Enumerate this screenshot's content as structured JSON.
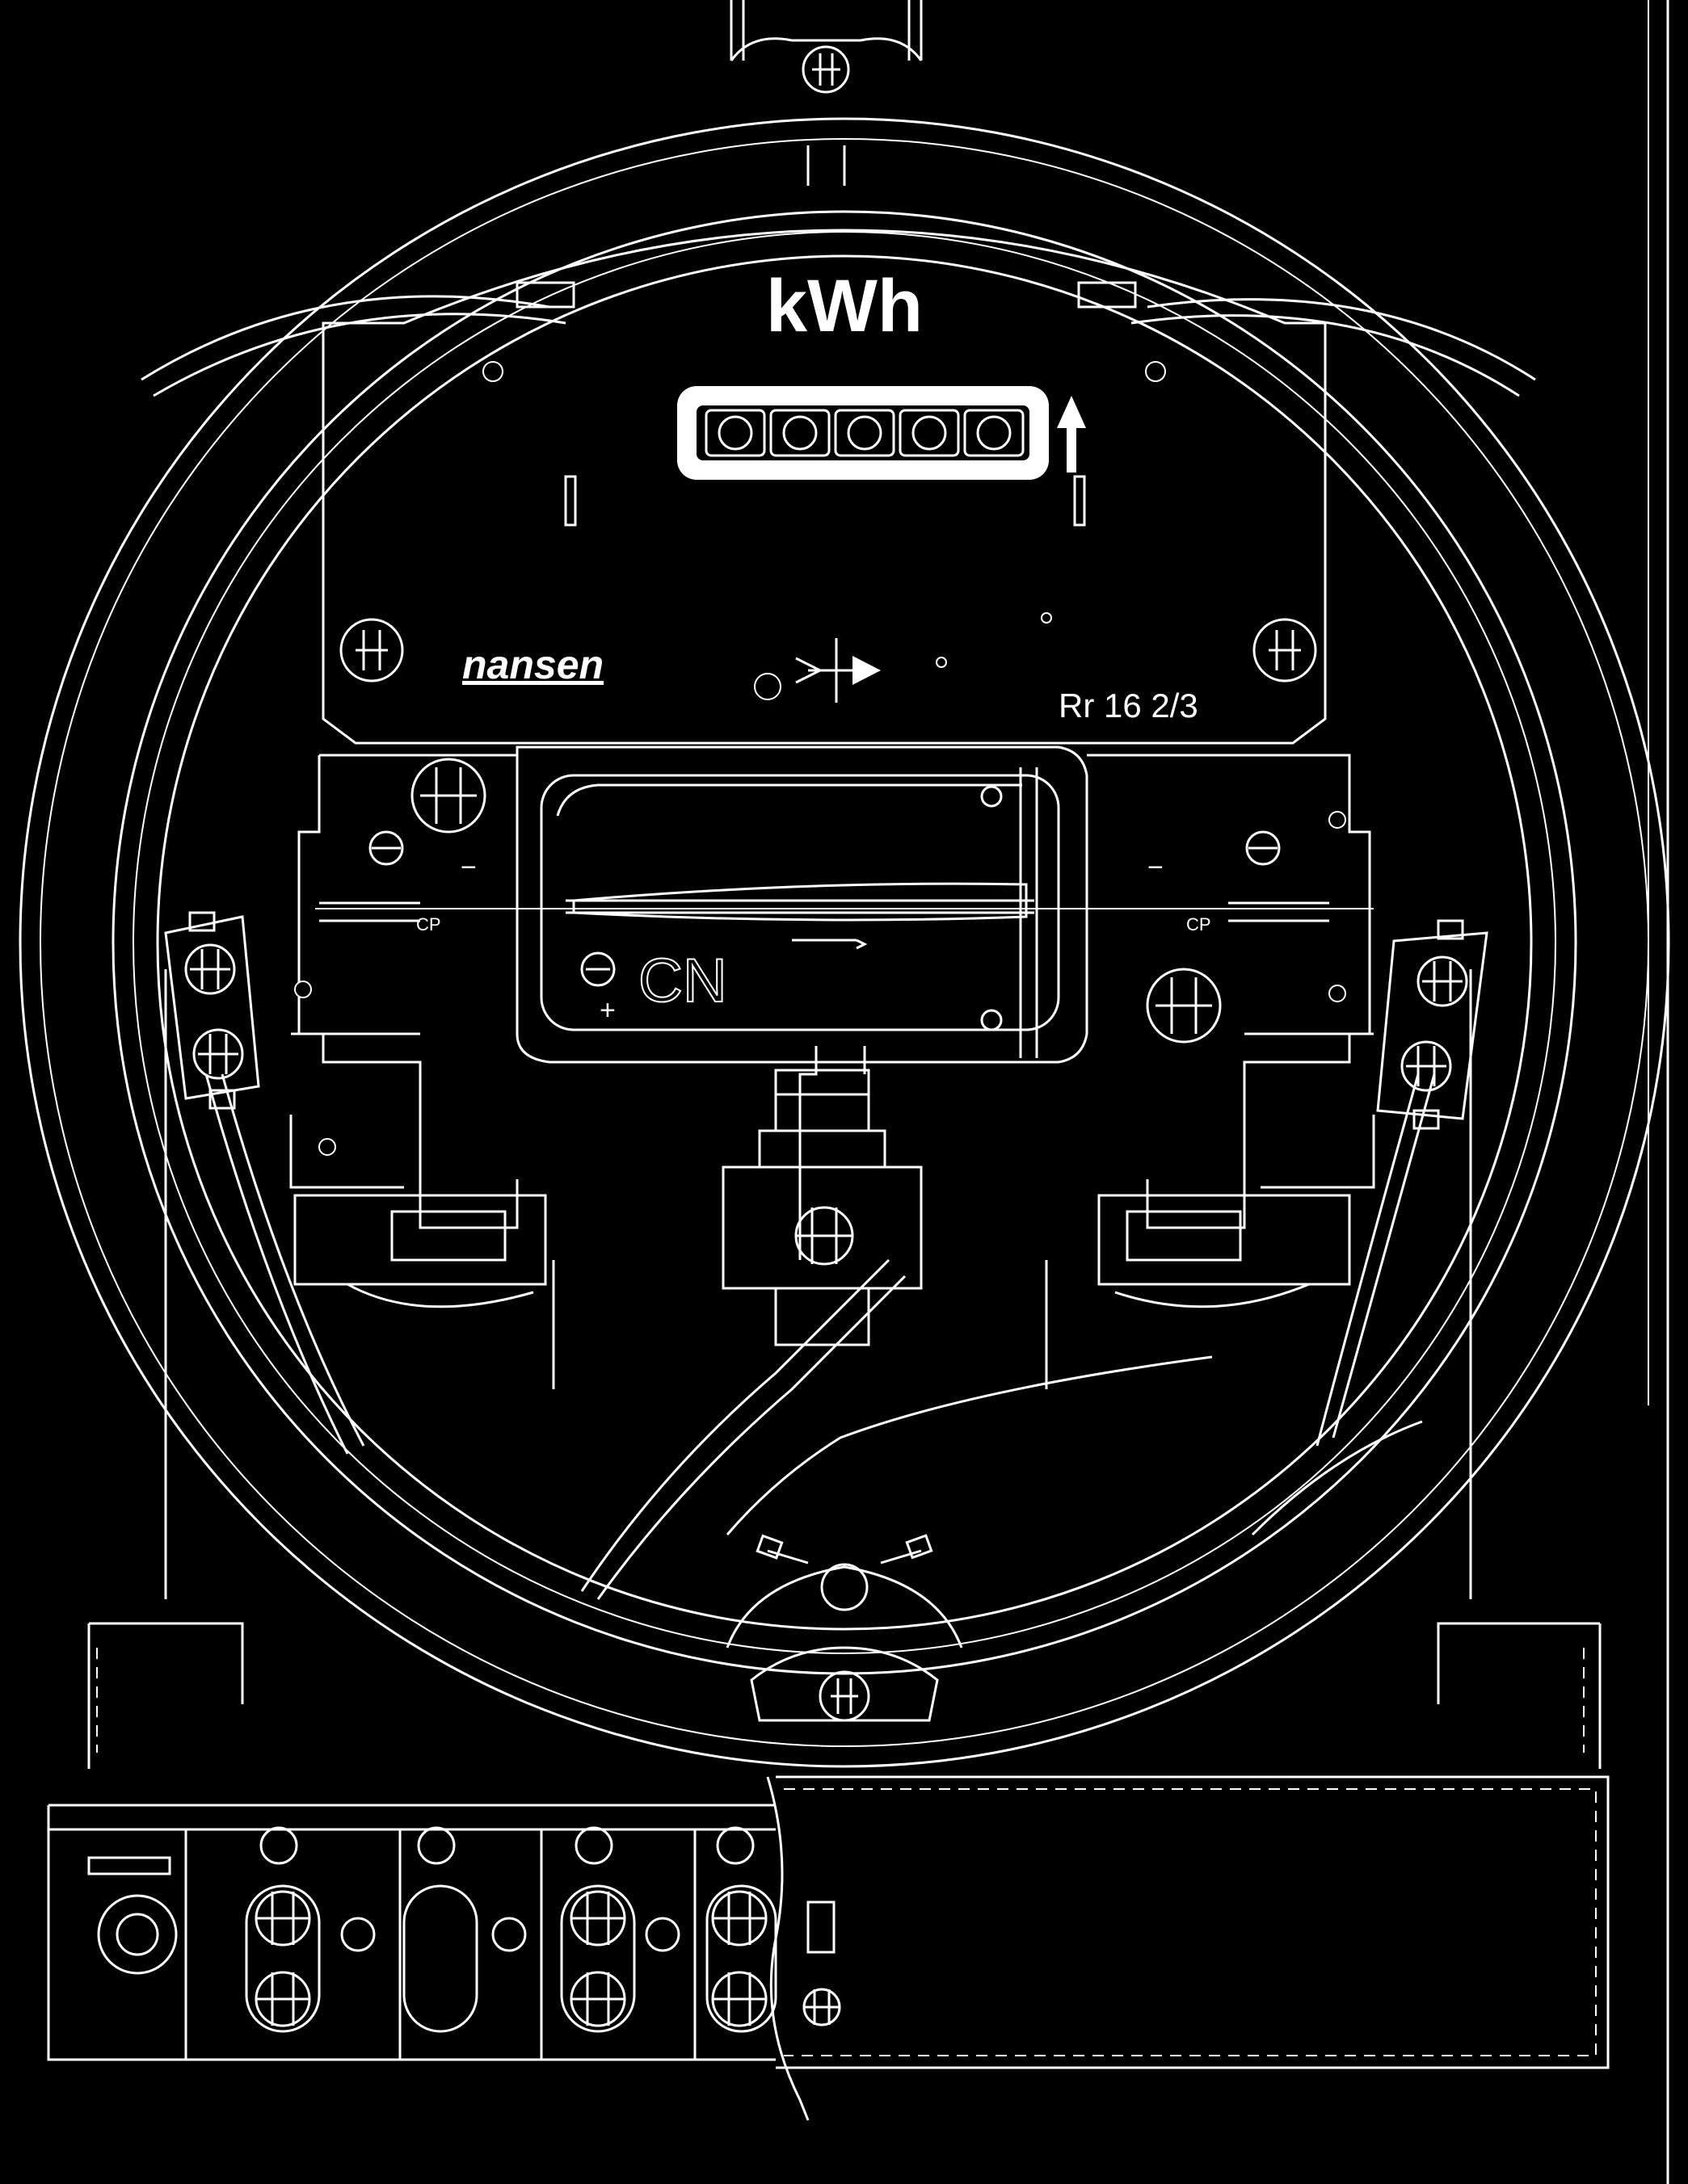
{
  "dial": {
    "unit_label": "kWh",
    "brand": "nansen",
    "model": "Rr 16 2/3",
    "register_digits": 5,
    "rotation_arrow": "up-arrow-icon"
  },
  "rotor": {
    "cp_left": "CP",
    "cp_right": "CP",
    "direction_label": "CN",
    "plus_sign": "+",
    "minus_left": "−",
    "minus_right": "−"
  },
  "colors": {
    "background": "#000000",
    "linework": "#ffffff"
  }
}
